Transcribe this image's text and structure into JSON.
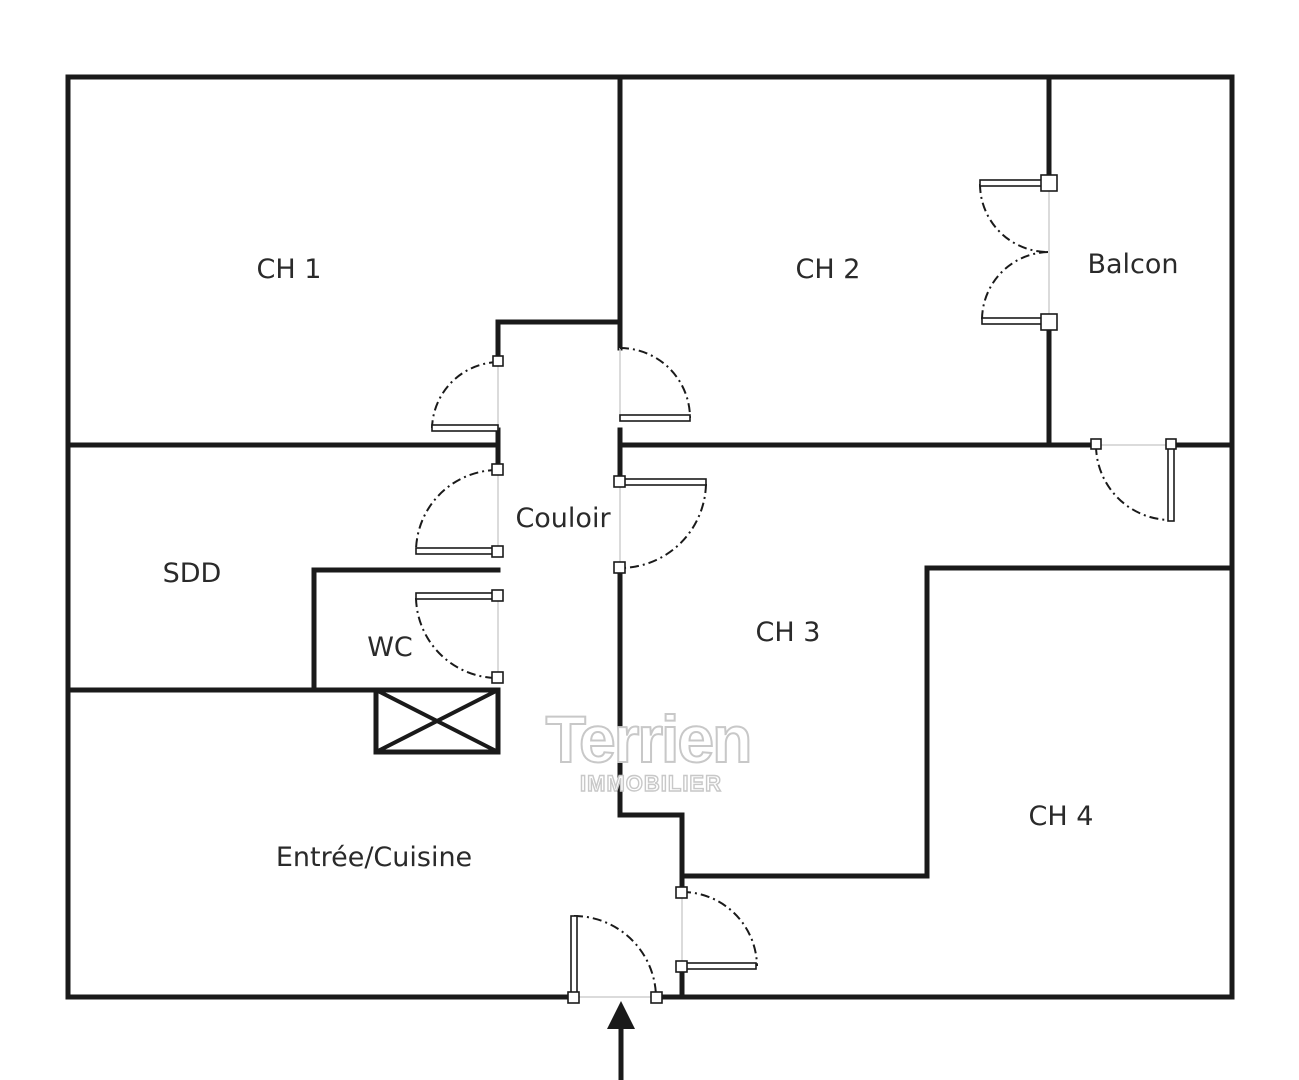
{
  "plan": {
    "rooms": {
      "ch1": "CH 1",
      "ch2": "CH 2",
      "balcon": "Balcon",
      "couloir": "Couloir",
      "sdd": "SDD",
      "wc": "WC",
      "ch3": "CH 3",
      "ch4": "CH 4",
      "entree_cuisine": "Entrée/Cuisine"
    },
    "watermark": {
      "brand": "Terrien",
      "sub": "IMMOBILIER"
    }
  }
}
